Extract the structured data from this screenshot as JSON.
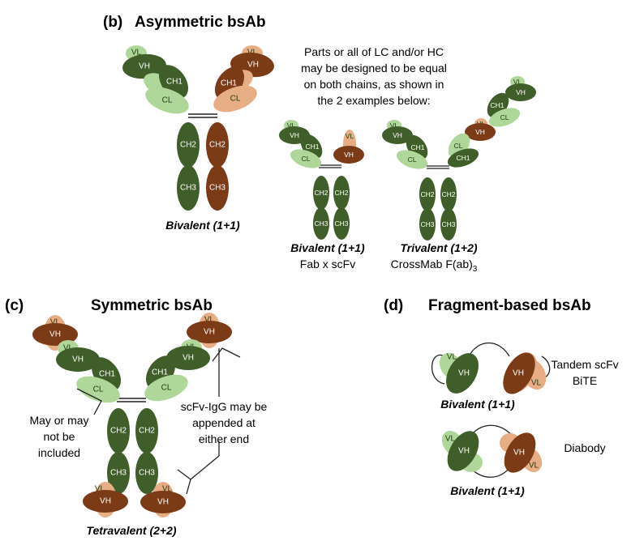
{
  "colors": {
    "heavy_green": "#3f5e2a",
    "light_green": "#b0d79a",
    "heavy_brown": "#7c3b17",
    "light_brown": "#e7ad84",
    "line": "#222222",
    "white": "#ffffff"
  },
  "panels": {
    "b": {
      "letter": "(b)",
      "title": "Asymmetric bsAb"
    },
    "c": {
      "letter": "(c)",
      "title": "Symmetric bsAb"
    },
    "d": {
      "letter": "(d)",
      "title": "Fragment-based bsAb"
    }
  },
  "domain_labels": {
    "vl": "VL",
    "vh": "VH",
    "ch1": "CH1",
    "cl": "CL",
    "ch2": "CH2",
    "ch3": "CH3"
  },
  "notes": {
    "equal_chains": [
      "Parts or all of LC and/or HC",
      "may be designed to be equal",
      "on both chains, as shown in",
      "the 2 examples below:"
    ],
    "may_not_included": [
      "May or may",
      "not be",
      "included"
    ],
    "scfv_igg": [
      "scFv-IgG may be",
      "appended at",
      "either end"
    ]
  },
  "captions": {
    "bivalent_main": "Bivalent (1+1)",
    "bivalent_fab": "Bivalent (1+1)",
    "fab_x_scfv": "Fab x scFv",
    "trivalent": "Trivalent (1+2)",
    "crossmab_base": "CrossMab F(ab)",
    "crossmab_sub": "3",
    "tetravalent": "Tetravalent (2+2)",
    "tandem_bivalent": "Bivalent (1+1)",
    "diabody_bivalent": "Bivalent (1+1)"
  },
  "fragment_labels": {
    "tandem": [
      "Tandem scFv",
      "BiTE"
    ],
    "diabody": "Diabody"
  }
}
